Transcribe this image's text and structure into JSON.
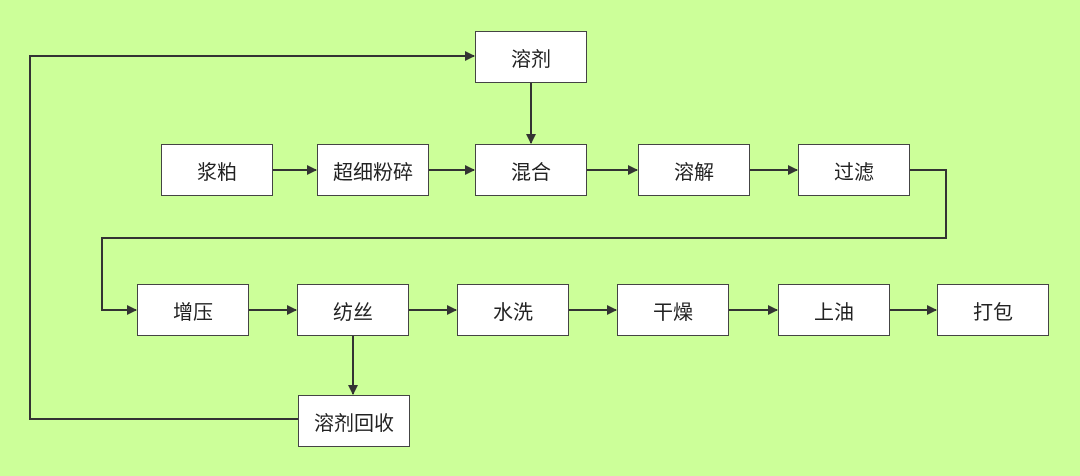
{
  "nodes": {
    "solvent": "溶剂",
    "pulp": "浆粕",
    "grind": "超细粉碎",
    "mix": "混合",
    "dissolve": "溶解",
    "filter": "过滤",
    "pressurize": "增压",
    "spin": "纺丝",
    "wash": "水洗",
    "dry": "干燥",
    "oil": "上油",
    "pack": "打包",
    "recover": "溶剂回收"
  },
  "edges": [
    {
      "from": "solvent",
      "to": "mix"
    },
    {
      "from": "pulp",
      "to": "grind"
    },
    {
      "from": "grind",
      "to": "mix"
    },
    {
      "from": "mix",
      "to": "dissolve"
    },
    {
      "from": "dissolve",
      "to": "filter"
    },
    {
      "from": "filter",
      "to": "pressurize"
    },
    {
      "from": "pressurize",
      "to": "spin"
    },
    {
      "from": "spin",
      "to": "wash"
    },
    {
      "from": "wash",
      "to": "dry"
    },
    {
      "from": "dry",
      "to": "oil"
    },
    {
      "from": "oil",
      "to": "pack"
    },
    {
      "from": "spin",
      "to": "recover"
    },
    {
      "from": "recover",
      "to": "solvent"
    }
  ],
  "colors": {
    "background": "#ccff99",
    "node_fill": "#ffffff",
    "node_border": "#444444",
    "connector": "#333333"
  }
}
